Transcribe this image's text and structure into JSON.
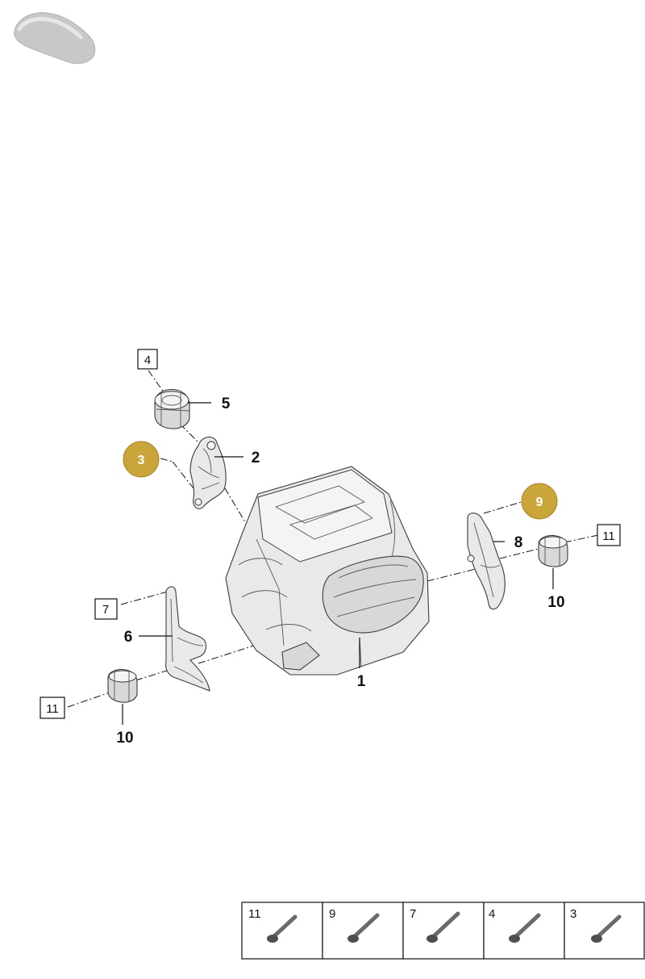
{
  "callouts": {
    "c1": "1",
    "c2": "2",
    "c3": "3",
    "c4": "4",
    "c5": "5",
    "c6": "6",
    "c7": "7",
    "c8": "8",
    "c9": "9",
    "c10a": "10",
    "c10b": "10",
    "c11a": "11",
    "c11b": "11"
  },
  "highlight_color": "#c9a53a",
  "fastener_table": {
    "cells": [
      "11",
      "9",
      "7",
      "4",
      "3"
    ]
  },
  "icons": {
    "car": "car-silhouette-icon",
    "bolt": "bolt-icon"
  }
}
